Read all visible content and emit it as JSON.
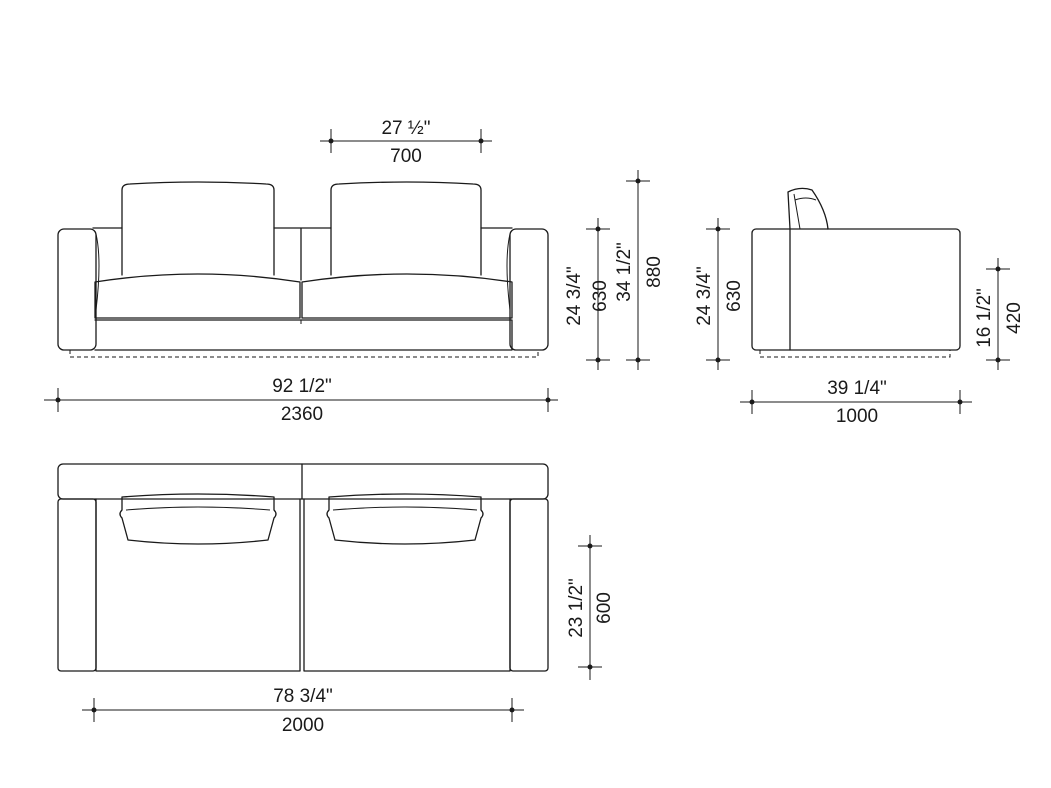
{
  "front_view": {
    "pillow_width_in": "27 ½\"",
    "pillow_width_mm": "700",
    "total_width_in": "92 1/2\"",
    "total_width_mm": "2360",
    "seat_height_in": "24 3/4\"",
    "seat_height_mm": "630",
    "total_height_in": "34 1/2\"",
    "total_height_mm": "880"
  },
  "side_view": {
    "arm_height_in": "24 3/4\"",
    "arm_height_mm": "630",
    "seat_height_in": "16 1/2\"",
    "seat_height_mm": "420",
    "depth_in": "39 1/4\"",
    "depth_mm": "1000"
  },
  "top_view": {
    "seat_depth_in": "23 1/2\"",
    "seat_depth_mm": "600",
    "inner_width_in": "78 3/4\"",
    "inner_width_mm": "2000"
  },
  "colors": {
    "line": "#1a1a1a",
    "background": "#ffffff"
  }
}
